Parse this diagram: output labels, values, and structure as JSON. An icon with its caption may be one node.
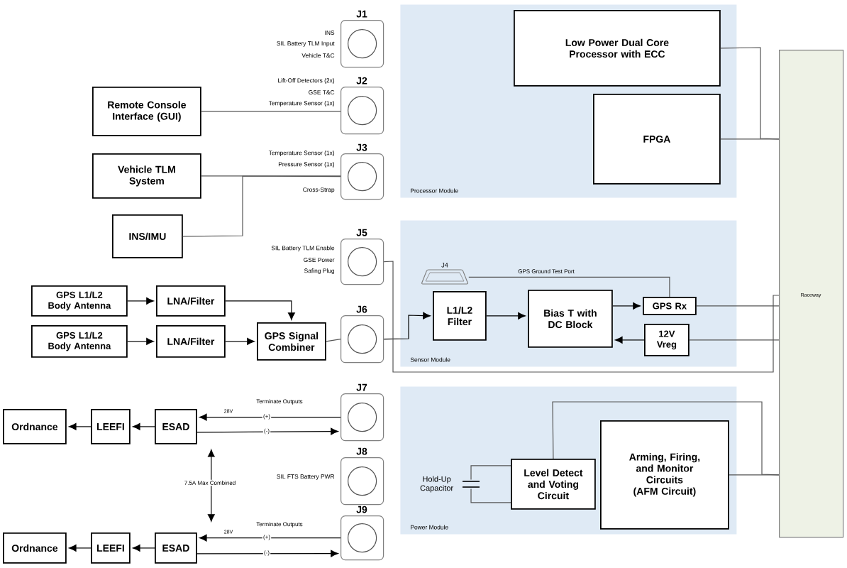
{
  "diagram": {
    "nodes": [
      {
        "text": [
          "J1"
        ],
        "beside": [
          "INS",
          "SIL Battery TLM Input",
          "Vehicle T&C"
        ]
      },
      {
        "text": [
          "Processor Module"
        ]
      },
      {
        "text": [
          "Low Power Dual Core Processor with ECC"
        ],
        "in": 1
      },
      {
        "text": [
          "FPGA"
        ],
        "in": 1
      },
      {
        "text": [
          "Remote Console Interface (GUI)"
        ]
      },
      {
        "text": [
          "J2"
        ],
        "beside": [
          "Lift-Off Detectors (2x)",
          "GSE T&C",
          "Temperature Sensor (1x)"
        ]
      },
      {
        "text": [
          "Vehicle TLM System"
        ]
      },
      {
        "text": [
          "J3"
        ],
        "beside": [
          "Temperature Sensor (1x)",
          "Pressure Sensor (1x)",
          "Cross-Strap"
        ]
      },
      {
        "text": [
          "INS/IMU"
        ]
      },
      {
        "text": [
          "J5"
        ],
        "beside": [
          "SIL Battery TLM Enable",
          "GSE Power",
          "Safing Plug"
        ]
      },
      {
        "text": [
          "Sensor Module"
        ]
      },
      {
        "text": [
          "J4"
        ],
        "in": 10
      },
      {
        "text": [
          "GPS Rx"
        ],
        "in": 10
      },
      {
        "text": [
          "L1/L2 Filter"
        ],
        "in": 10
      },
      {
        "text": [
          "Bias T with DC Block"
        ],
        "in": 10
      },
      {
        "text": [
          "12V Vreg"
        ],
        "in": 10
      },
      {
        "text": [
          "GPS L1/L2 Body Antenna"
        ]
      },
      {
        "text": [
          "LNA/Filter"
        ]
      },
      {
        "text": [
          "GPS L1/L2 Body Antenna"
        ]
      },
      {
        "text": [
          "LNA/Filter"
        ]
      },
      {
        "text": [
          "GPS Signal Combiner"
        ]
      },
      {
        "text": [
          "J6"
        ]
      },
      {
        "text": [
          "Raceway"
        ]
      },
      {
        "text": [
          "J7"
        ]
      },
      {
        "text": [
          "Power Module"
        ]
      },
      {
        "text": [
          "Ordnance"
        ]
      },
      {
        "text": [
          "LEEFI"
        ]
      },
      {
        "text": [
          "ESAD"
        ]
      },
      {
        "text": [
          "Hold-Up Capacitor"
        ],
        "in": 24
      },
      {
        "text": [
          "Level Detect and Voting Circuit"
        ],
        "in": 24
      },
      {
        "text": [
          "Arming, Firing, and Monitor Circuits",
          "(AFM Circuit)"
        ],
        "in": 24
      },
      {
        "text": [
          "J8"
        ],
        "beside": [
          "SIL FTS Battery PWR"
        ]
      },
      {
        "text": [
          "Ordnance"
        ]
      },
      {
        "text": [
          "LEEFI"
        ]
      },
      {
        "text": [
          "ESAD"
        ]
      },
      {
        "text": [
          "J9"
        ]
      }
    ],
    "edges": [
      {
        "from": 4,
        "to": 5,
        "arrow": "none"
      },
      {
        "from": 6,
        "to": 7,
        "arrow": "none"
      },
      {
        "from": 8,
        "to": 7,
        "arrow": "none"
      },
      {
        "from": 16,
        "to": 17,
        "arrow": "to"
      },
      {
        "from": 18,
        "to": 19,
        "arrow": "to"
      },
      {
        "from": 17,
        "to": 20,
        "arrow": "to"
      },
      {
        "from": 19,
        "to": 20,
        "arrow": "to"
      },
      {
        "from": 20,
        "to": 21,
        "arrow": "none"
      },
      {
        "from": 21,
        "to": 13,
        "arrow": "to"
      },
      {
        "from": 13,
        "to": 14,
        "arrow": "to"
      },
      {
        "from": 14,
        "to": 12,
        "arrow": "to"
      },
      {
        "from": 15,
        "to": 14,
        "arrow": "to"
      },
      {
        "from": 11,
        "to": 12,
        "arrow": "none",
        "label": "GPS Ground Test Port"
      },
      {
        "from": 12,
        "to": 22,
        "arrow": "none"
      },
      {
        "from": 15,
        "to": 22,
        "arrow": "none"
      },
      {
        "from": 9,
        "to": 22,
        "arrow": "none"
      },
      {
        "from": 2,
        "to": 22,
        "arrow": "none"
      },
      {
        "from": 3,
        "to": 22,
        "arrow": "none"
      },
      {
        "from": 28,
        "to": 29,
        "arrow": "none"
      },
      {
        "from": 28,
        "to": 29,
        "arrow": "none"
      },
      {
        "from": 29,
        "to": 22,
        "arrow": "none"
      },
      {
        "from": 30,
        "to": 22,
        "arrow": "none"
      },
      {
        "from": 23,
        "to": 27,
        "arrow": "to",
        "label": "(+)"
      },
      {
        "from": 27,
        "to": 23,
        "arrow": "to",
        "label": "(-)"
      },
      {
        "from": 27,
        "to": 26,
        "arrow": "to"
      },
      {
        "from": 26,
        "to": 25,
        "arrow": "to"
      },
      {
        "from": 35,
        "to": 34,
        "arrow": "to",
        "label": "(+)"
      },
      {
        "from": 34,
        "to": 35,
        "arrow": "to",
        "label": "(-)"
      },
      {
        "from": 34,
        "to": 33,
        "arrow": "to"
      },
      {
        "from": 33,
        "to": 32,
        "arrow": "to"
      },
      {
        "from": 27,
        "to": 34,
        "arrow": "both",
        "label": "7.5A Max Combined"
      }
    ],
    "labels": [
      "Terminate Outputs",
      "28V",
      "Terminate Outputs",
      "28V"
    ]
  }
}
